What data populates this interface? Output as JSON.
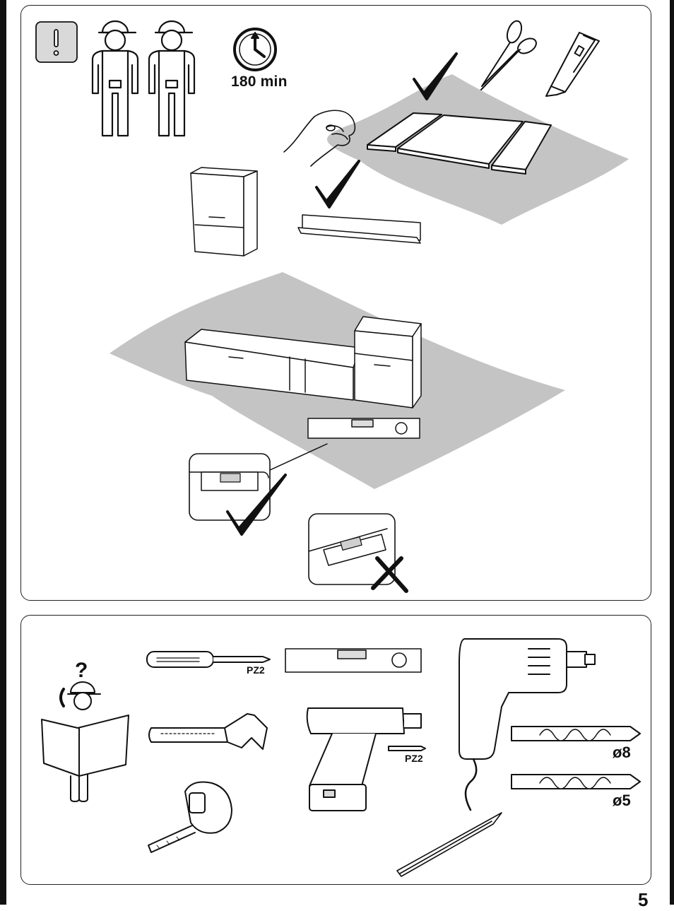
{
  "safety": {
    "duration": "180 min"
  },
  "tools": {
    "screwdriver_bit": "PZ2",
    "drill_bit_label": "PZ2",
    "drill_bit_small": "ø8",
    "drill_bit_large": "ø5"
  },
  "page": {
    "number": "5"
  },
  "icons": [
    "warning-icon",
    "two-person-icon",
    "clock-icon",
    "scissors-icon",
    "box-cutter-icon",
    "hand-icon",
    "checkmark-icon",
    "cross-icon",
    "spirit-level-icon",
    "help-phone-icon",
    "screwdriver-icon",
    "hammer-icon",
    "tape-measure-icon",
    "cordless-drill-icon",
    "electric-drill-icon",
    "drill-bit-icon",
    "pencil-icon"
  ],
  "colors": {
    "line": "#111111",
    "floor": "#c4c4c4",
    "panel_border": "#222222"
  }
}
